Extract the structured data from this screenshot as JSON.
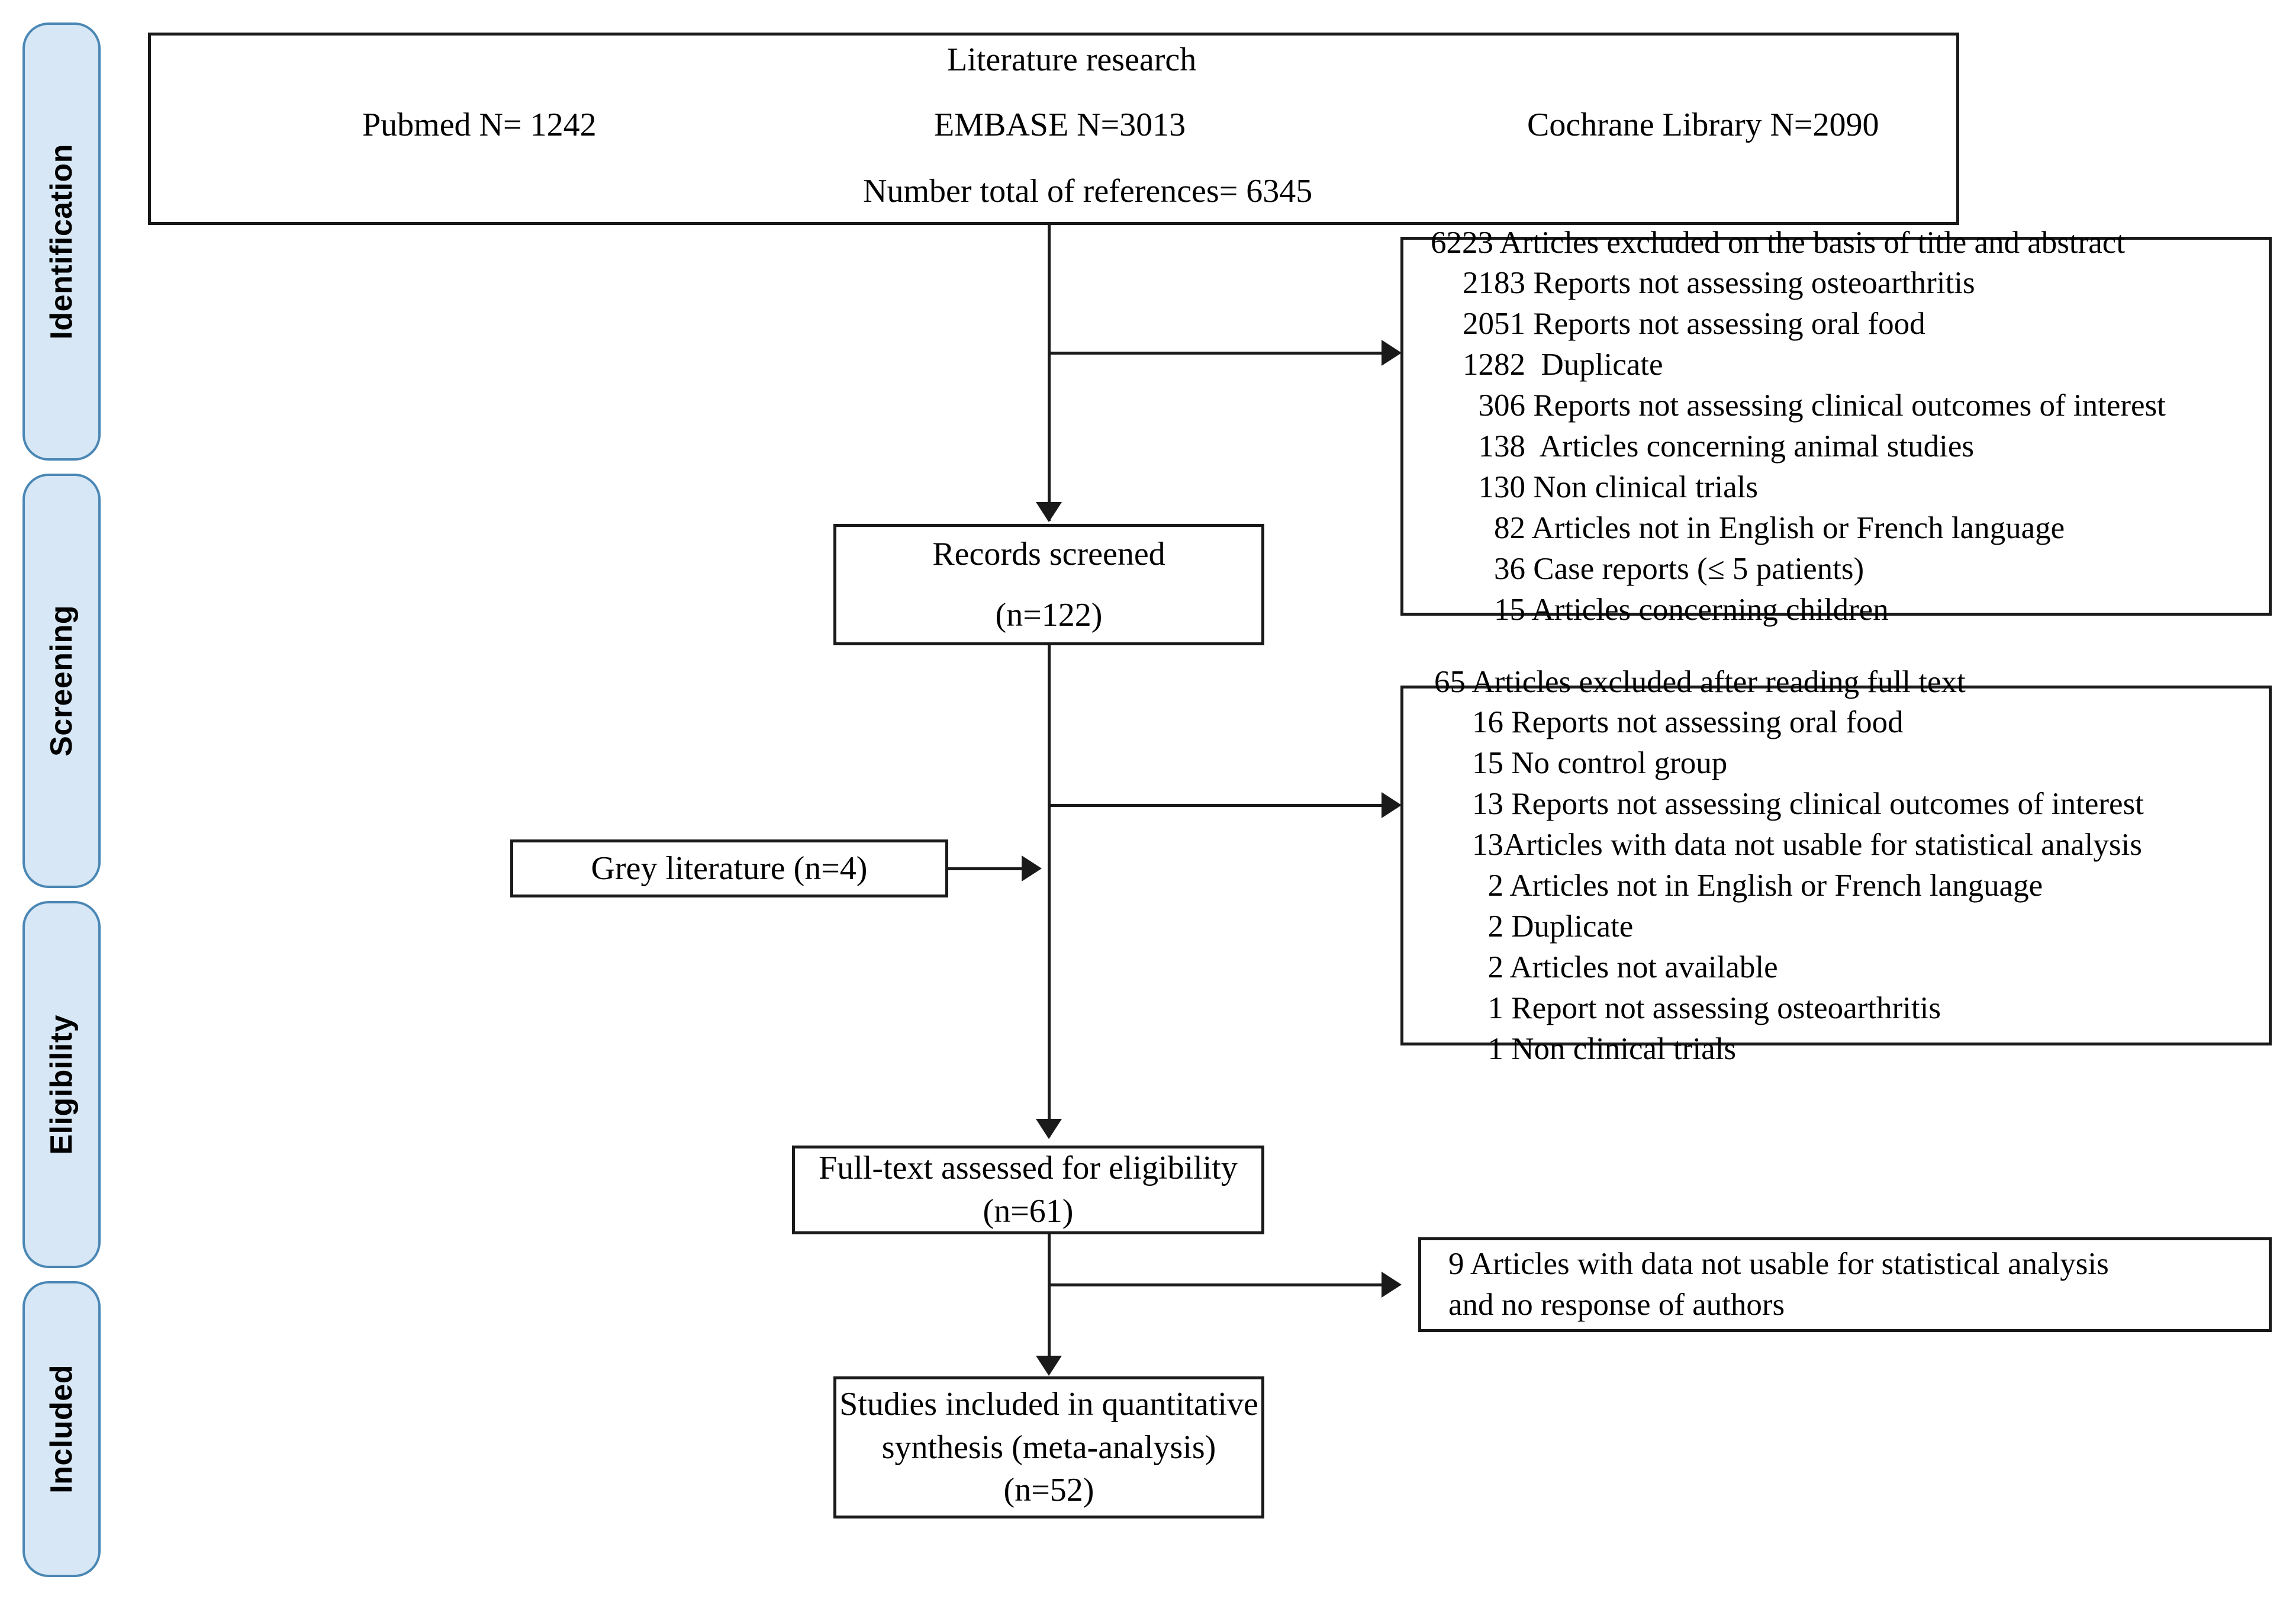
{
  "diagram": {
    "title": "PRISMA flow diagram",
    "type": "prisma-flow"
  },
  "stages": [
    {
      "label": "Identification"
    },
    {
      "label": "Screening"
    },
    {
      "label": "Eligibility"
    },
    {
      "label": "Included"
    }
  ],
  "sources": {
    "heading": "Literature research",
    "databases": [
      {
        "name": "Pubmed",
        "text": "Pubmed N= 1242",
        "count": 1242
      },
      {
        "name": "EMBASE",
        "text": "EMBASE N=3013",
        "count": 3013
      },
      {
        "name": "Cochrane Library",
        "text": "Cochrane Library N=2090",
        "count": 2090
      }
    ],
    "total_text": "Number total of references= 6345",
    "total": 6345
  },
  "records_screened": {
    "label": "Records screened",
    "count_text": "(n=122)",
    "count": 122
  },
  "grey_literature": {
    "label": "Grey literature (n=4)",
    "count": 4
  },
  "full_text": {
    "label": "Full-text assessed for eligibility",
    "count_text": "(n=61)",
    "count": 61
  },
  "included": {
    "line1": "Studies included in quantitative",
    "line2": "synthesis (meta-analysis)",
    "count_text": "(n=52)",
    "count": 52
  },
  "exclusions_title_abstract": {
    "header": "6223 Articles excluded on the basis of title and abstract",
    "total": 6223,
    "reasons": [
      "2183 Reports not assessing osteoarthritis",
      "2051 Reports not assessing oral food",
      "1282  Duplicate",
      "  306 Reports not assessing clinical outcomes of interest",
      "  138  Articles concerning animal studies",
      "  130 Non clinical trials",
      "    82 Articles not in English or French language",
      "    36 Case reports (≤ 5 patients)",
      "    15 Articles concerning children"
    ]
  },
  "exclusions_full_text": {
    "header": "65 Articles excluded after reading full text",
    "total": 65,
    "reasons": [
      "16 Reports not assessing oral food",
      "15 No control group",
      "13 Reports not assessing clinical outcomes of interest",
      "13Articles with data not usable for statistical analysis",
      "  2 Articles not in English or French language",
      "  2 Duplicate",
      "  2 Articles not available",
      "  1 Report not assessing osteoarthritis",
      "  1 Non clinical trials"
    ]
  },
  "exclusions_final": {
    "line1": "9 Articles with data not usable for statistical analysis",
    "line2": "and no response of authors",
    "total": 9
  },
  "colors": {
    "stage_fill": "#d7e7f5",
    "stage_border": "#4a87b5",
    "box_border": "#1a1a1a",
    "text": "#000000",
    "background": "#ffffff"
  }
}
